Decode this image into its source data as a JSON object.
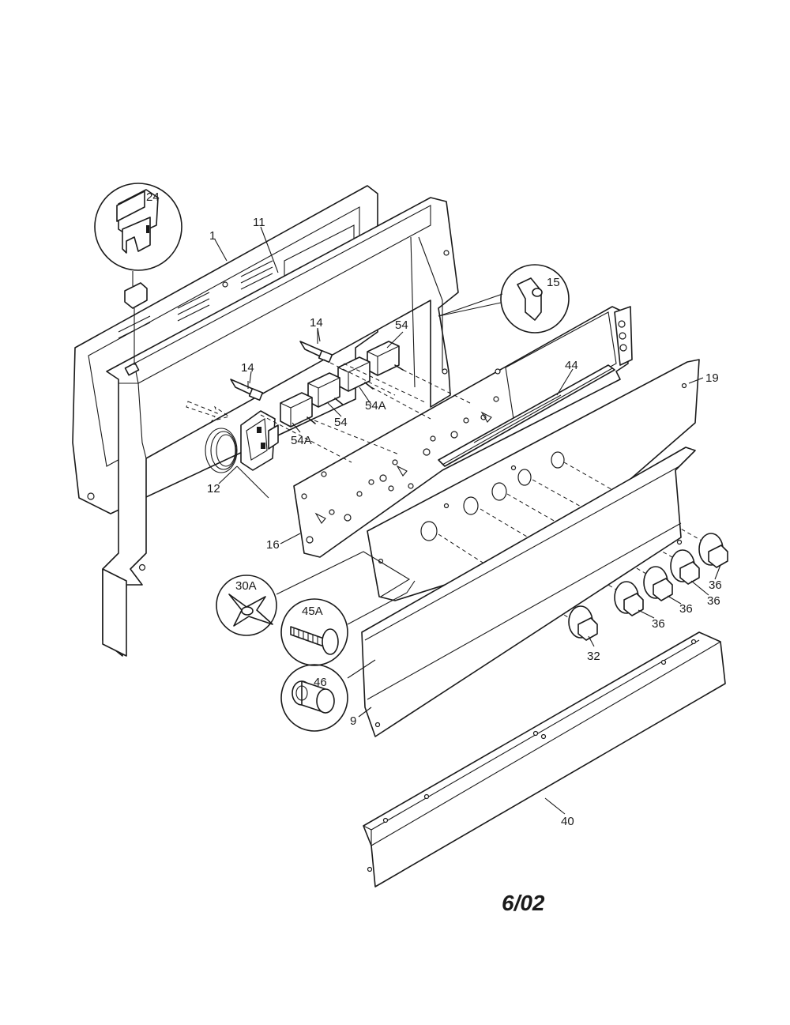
{
  "date_stamp": "6/02",
  "callouts": {
    "c1": "1",
    "c11": "11",
    "c24": "24",
    "c14a": "14",
    "c14b": "14",
    "c54a": "54",
    "c54b": "54",
    "c54A1": "54A",
    "c54A2": "54A",
    "c15": "15",
    "c44": "44",
    "c19": "19",
    "c12": "12",
    "c16": "16",
    "c30A": "30A",
    "c45A": "45A",
    "c46": "46",
    "c9": "9",
    "c32": "32",
    "c36a": "36",
    "c36b": "36",
    "c36c": "36",
    "c36d": "36",
    "c40": "40"
  }
}
